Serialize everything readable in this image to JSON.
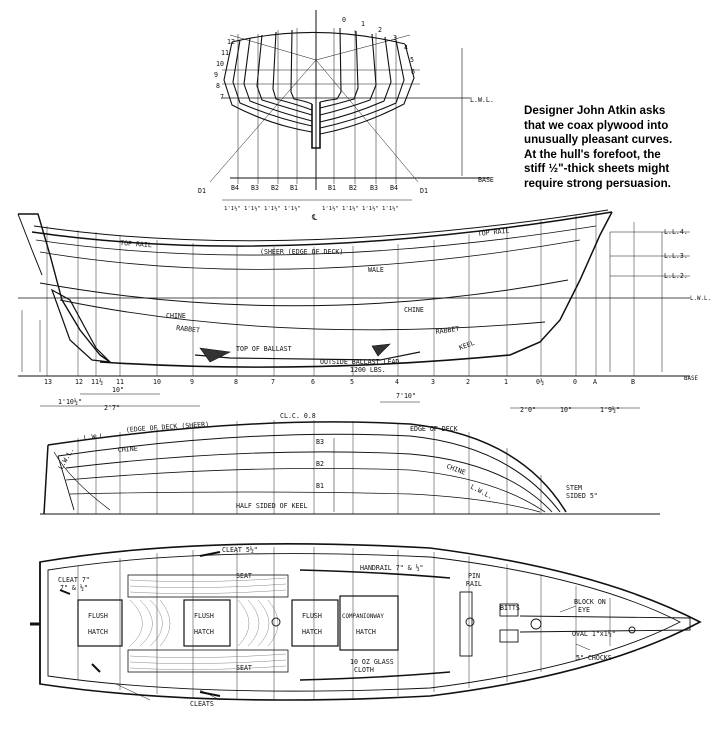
{
  "caption": [
    "Designer John Atkin asks",
    "that we coax plywood into",
    "unusually pleasant curves.",
    "At the hull's forefoot, the",
    "stiff ½\"-thick sheets might",
    "require strong persuasion."
  ],
  "body_plan": {
    "station_numbers_left": [
      "12",
      "11",
      "10",
      "9",
      "8",
      "7"
    ],
    "station_numbers_right": [
      "0",
      "1",
      "2",
      "3",
      "4",
      "5",
      "6"
    ],
    "labels": {
      "lwl": "L.W.L.",
      "base": "BASE",
      "d1_left": "D1",
      "d1_right": "D1"
    },
    "buttocks": [
      "B4",
      "B3",
      "B2",
      "B1",
      "B1",
      "B2",
      "B3",
      "B4"
    ],
    "dims": [
      "1'1½\"",
      "1'1½\"",
      "1'1½\"",
      "1'1½\"",
      "1'1½\"",
      "1'1½\"",
      "1'1½\"",
      "1'1½\""
    ],
    "center_mark": "℄"
  },
  "profile": {
    "labels": {
      "top_rail_aft": "TOP RAIL",
      "top_rail_fwd": "TOP RAIL",
      "sheer": "(SHEER (EDGE OF DECK)",
      "wale": "WALE",
      "chine_aft": "CHINE",
      "chine_fwd": "CHINE",
      "rabbet_aft": "RABBET",
      "rabbet_fwd": "RABBET",
      "top_of_ballast": "TOP OF BALLAST",
      "outside_ballast": "OUTSIDE BALLAST  LEAD",
      "ballast_weight": "1200 LBS.",
      "keel": "KEEL",
      "lwl": "L.W.L.",
      "base": "BASE",
      "stations_spacing": "CL.C. 0.8"
    },
    "waterlines": [
      "L.L.4.",
      "L.L.3.",
      "L.L.2."
    ],
    "stations": [
      "13",
      "12",
      "11½",
      "11",
      "10",
      "9",
      "8",
      "7",
      "6",
      "5",
      "4",
      "3",
      "2",
      "1",
      "0½",
      "0",
      "A",
      "B"
    ],
    "bottom_dims": [
      "1'10½\"",
      "2'7\"",
      "10\"",
      "7'10\"",
      "2'0\"",
      "10\"",
      "1'9½\""
    ]
  },
  "half_breadth": {
    "labels": {
      "edge_of_deck_aft": "(EDGE OF DECK (SHEER)",
      "edge_of_deck_fwd": "EDGE OF DECK",
      "chine_aft": "CHINE",
      "chine_fwd": "CHINE",
      "lwl_aft": "L.W.L.",
      "lwl_fwd": "L.W.L.",
      "lwl_stern": "L.W.L.",
      "half_sided_keel": "HALF SIDED OF KEEL",
      "stem": "STEM",
      "stem_sided": "SIDED 5\""
    },
    "buttock_marks": [
      "B3",
      "B2",
      "B1"
    ]
  },
  "deck_plan": {
    "labels": {
      "cleat_top": "CLEAT 5½\"",
      "cleat_left": "CLEAT 7\"",
      "cleat_left2": "7\" & ½\"",
      "seat_top": "SEAT",
      "seat_bottom": "SEAT",
      "handrail": "HANDRAIL 7\" & ½\"",
      "flush_1": "FLUSH",
      "hatch_1": "HATCH",
      "flush_2": "FLUSH",
      "hatch_2": "HATCH",
      "flush_3": "FLUSH",
      "hatch_3": "HATCH",
      "companionway": "COMPANIONWAY",
      "companionway_hatch": "HATCH",
      "glass_cloth_1": "10 OZ GLASS",
      "glass_cloth_2": "CLOTH",
      "pin_rail_1": "PIN",
      "pin_rail_2": "RAIL",
      "bitts": "BITTS",
      "block_on_eye_1": "BLOCK ON",
      "block_on_eye_2": "EYE",
      "oval": "OVAL 1\"x1½\"",
      "chocks": "5\" CHOCKS",
      "cleats_bottom": "CLEATS"
    }
  }
}
